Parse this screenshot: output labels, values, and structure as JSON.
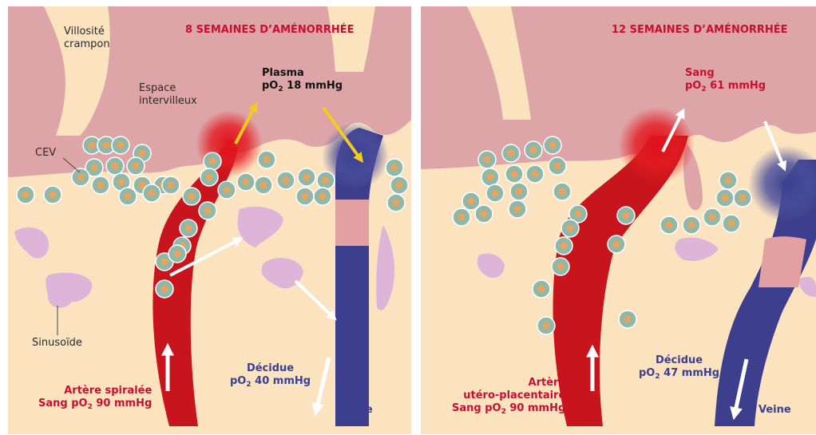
{
  "panel_left": {
    "title": "8 SEMAINES D’AMÉNORRHÉE",
    "labels": {
      "villosite": [
        "Villosité",
        "crampon"
      ],
      "espace": [
        "Espace",
        "intervilleux"
      ],
      "cev": "CEV",
      "sinusoide": "Sinusoïde",
      "plasma": {
        "title": "Plasma",
        "po2_prefix": "pO",
        "po2_sub": "2",
        "po2_value": " 18 mmHg"
      },
      "artere": {
        "line1": "Artère spiralée",
        "line2_prefix": "Sang pO",
        "line2_sub": "2",
        "line2_value": " 90 mmHg"
      },
      "decidue": {
        "title": "Décidue",
        "po2_prefix": "pO",
        "po2_sub": "2",
        "po2_value": " 40 mmHg"
      },
      "veine": "Veine"
    }
  },
  "panel_right": {
    "title": "12 SEMAINES D’AMÉNORRHÉE",
    "labels": {
      "sang": {
        "title": "Sang",
        "po2_prefix": "pO",
        "po2_sub": "2",
        "po2_value": " 61 mmHg"
      },
      "artere": {
        "line1": "Artère",
        "line2": "utéro-placentaire",
        "line3_prefix": "Sang pO",
        "line3_sub": "2",
        "line3_value": " 90 mmHg"
      },
      "decidue": {
        "title": "Décidue",
        "po2_prefix": "pO",
        "po2_sub": "2",
        "po2_value": " 47 mmHg"
      },
      "veine": "Veine"
    }
  },
  "colors": {
    "decidua": "#fbe3c0",
    "villus": "#dea5a8",
    "artery": "#c8141c",
    "vein": "#3d3f8e",
    "cell_ring": "#8fb8ab",
    "cell_core": "#e8a35c",
    "sinusoid": "#dcb5d8",
    "yellow_arrow": "#f2cc1c",
    "white_arrow": "#ffffff"
  }
}
